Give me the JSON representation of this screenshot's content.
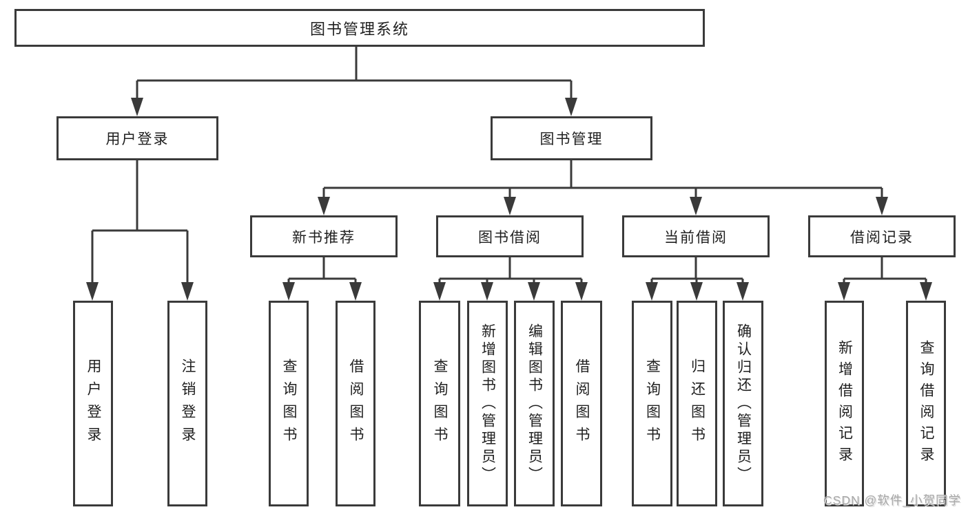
{
  "watermark": "CSDN @软件_小贺同学",
  "colors": {
    "line": "#3a3a3a",
    "box_border": "#3a3a3a",
    "text": "#1f1f1f",
    "background": "#ffffff",
    "watermark": "#a8a8a8"
  },
  "tree": {
    "root": "图书管理系统",
    "children": [
      {
        "label": "用户登录",
        "children": [
          {
            "label": "用户登录"
          },
          {
            "label": "注销登录"
          }
        ]
      },
      {
        "label": "图书管理",
        "children": [
          {
            "label": "新书推荐",
            "children": [
              {
                "label": "查询图书"
              },
              {
                "label": "借阅图书"
              }
            ]
          },
          {
            "label": "图书借阅",
            "children": [
              {
                "label": "查询图书"
              },
              {
                "label": "新增图书（管理员）"
              },
              {
                "label": "编辑图书（管理员）"
              },
              {
                "label": "借阅图书"
              }
            ]
          },
          {
            "label": "当前借阅",
            "children": [
              {
                "label": "查询图书"
              },
              {
                "label": "归还图书"
              },
              {
                "label": "确认归还（管理员）"
              }
            ]
          },
          {
            "label": "借阅记录",
            "children": [
              {
                "label": "新增借阅记录"
              },
              {
                "label": "查询借阅记录"
              }
            ]
          }
        ]
      }
    ]
  }
}
